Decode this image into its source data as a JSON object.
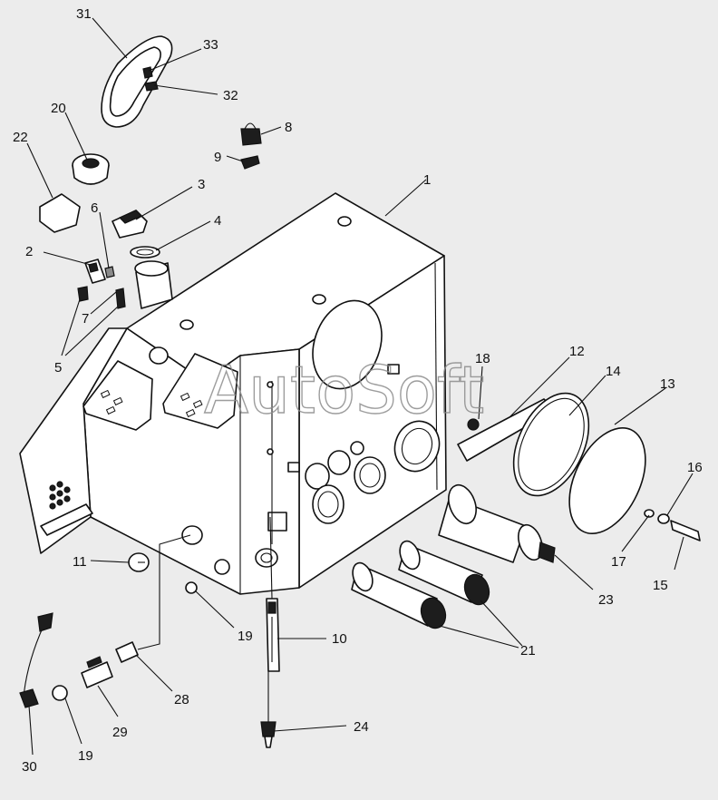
{
  "watermark": "AutoSoft",
  "callouts": [
    {
      "id": "1",
      "label": "1"
    },
    {
      "id": "2",
      "label": "2"
    },
    {
      "id": "3",
      "label": "3"
    },
    {
      "id": "4",
      "label": "4"
    },
    {
      "id": "5",
      "label": "5"
    },
    {
      "id": "6",
      "label": "6"
    },
    {
      "id": "7",
      "label": "7"
    },
    {
      "id": "8",
      "label": "8"
    },
    {
      "id": "9",
      "label": "9"
    },
    {
      "id": "10",
      "label": "10"
    },
    {
      "id": "11",
      "label": "11"
    },
    {
      "id": "12",
      "label": "12"
    },
    {
      "id": "13",
      "label": "13"
    },
    {
      "id": "14",
      "label": "14"
    },
    {
      "id": "15",
      "label": "15"
    },
    {
      "id": "16",
      "label": "16"
    },
    {
      "id": "17",
      "label": "17"
    },
    {
      "id": "18",
      "label": "18"
    },
    {
      "id": "19a",
      "label": "19"
    },
    {
      "id": "19b",
      "label": "19"
    },
    {
      "id": "20",
      "label": "20"
    },
    {
      "id": "21",
      "label": "21"
    },
    {
      "id": "22",
      "label": "22"
    },
    {
      "id": "23",
      "label": "23"
    },
    {
      "id": "24",
      "label": "24"
    },
    {
      "id": "28",
      "label": "28"
    },
    {
      "id": "29",
      "label": "29"
    },
    {
      "id": "30",
      "label": "30"
    },
    {
      "id": "31",
      "label": "31"
    },
    {
      "id": "32",
      "label": "32"
    },
    {
      "id": "33",
      "label": "33"
    }
  ]
}
